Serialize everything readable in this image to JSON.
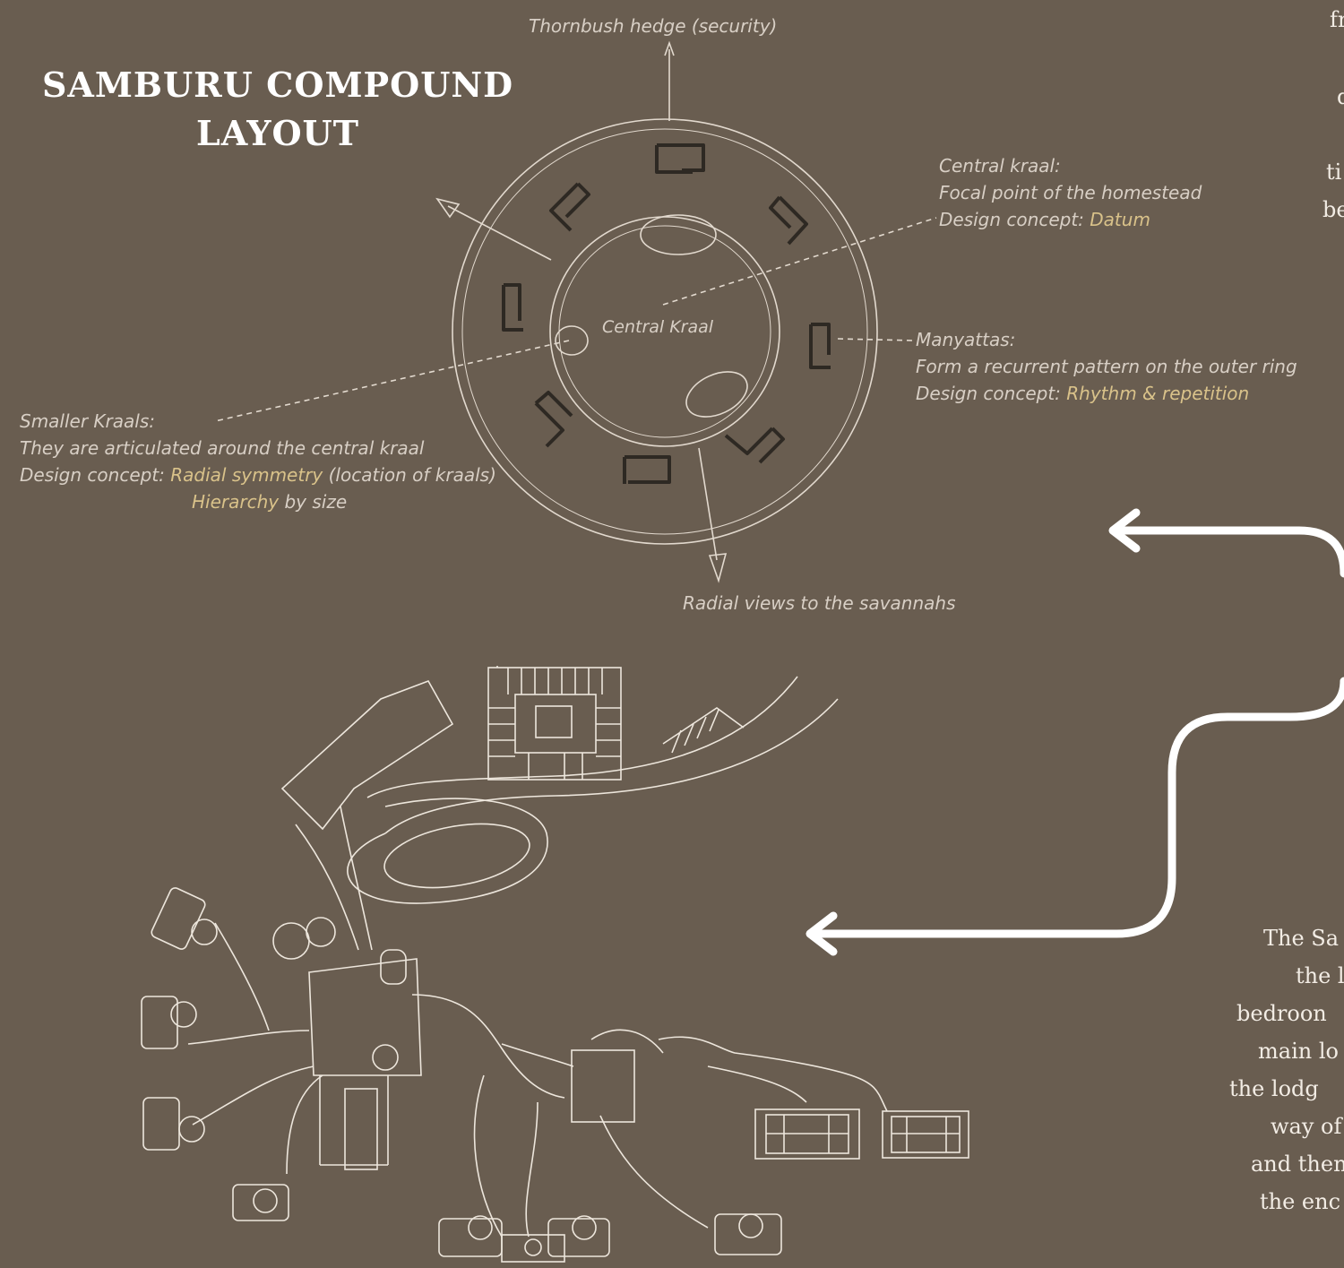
{
  "title": "SAMBURU COMPOUND\nLAYOUT",
  "title_lines": [
    "SAMBURU COMPOUND",
    "LAYOUT"
  ],
  "labels": {
    "hedge": "Thornbush hedge (security)",
    "central_kraal_title": "Central kraal:",
    "central_kraal_desc": "Focal point of the homestead",
    "central_kraal_concept_prefix": "Design concept: ",
    "central_kraal_concept": "Datum",
    "center": "Central Kraal",
    "manyattas_title": "Manyattas:",
    "manyattas_desc": "Form a recurrent pattern on the outer ring",
    "manyattas_concept_prefix": "Design concept: ",
    "manyattas_concept": "Rhythm & repetition",
    "smaller_title": "Smaller Kraals:",
    "smaller_desc": "They are articulated around the central kraal",
    "smaller_concept_prefix": "Design concept: ",
    "smaller_concept": "Radial symmetry",
    "smaller_concept_rest": " (location of kraals)",
    "smaller_hierarchy": "Hierarchy",
    "smaller_hierarchy_rest": " by size",
    "views": "Radial views to the savannahs"
  },
  "side_text_top": [
    "fr",
    "d",
    "ti",
    "be"
  ],
  "side_text_bottom": [
    "The Sa",
    "the l",
    "bedroon",
    "main lo",
    "the lodg",
    "way of",
    "and then",
    "the enc"
  ],
  "colors": {
    "background": "#695d50",
    "line": "#e6ded4",
    "highlight": "#d9c28a"
  }
}
